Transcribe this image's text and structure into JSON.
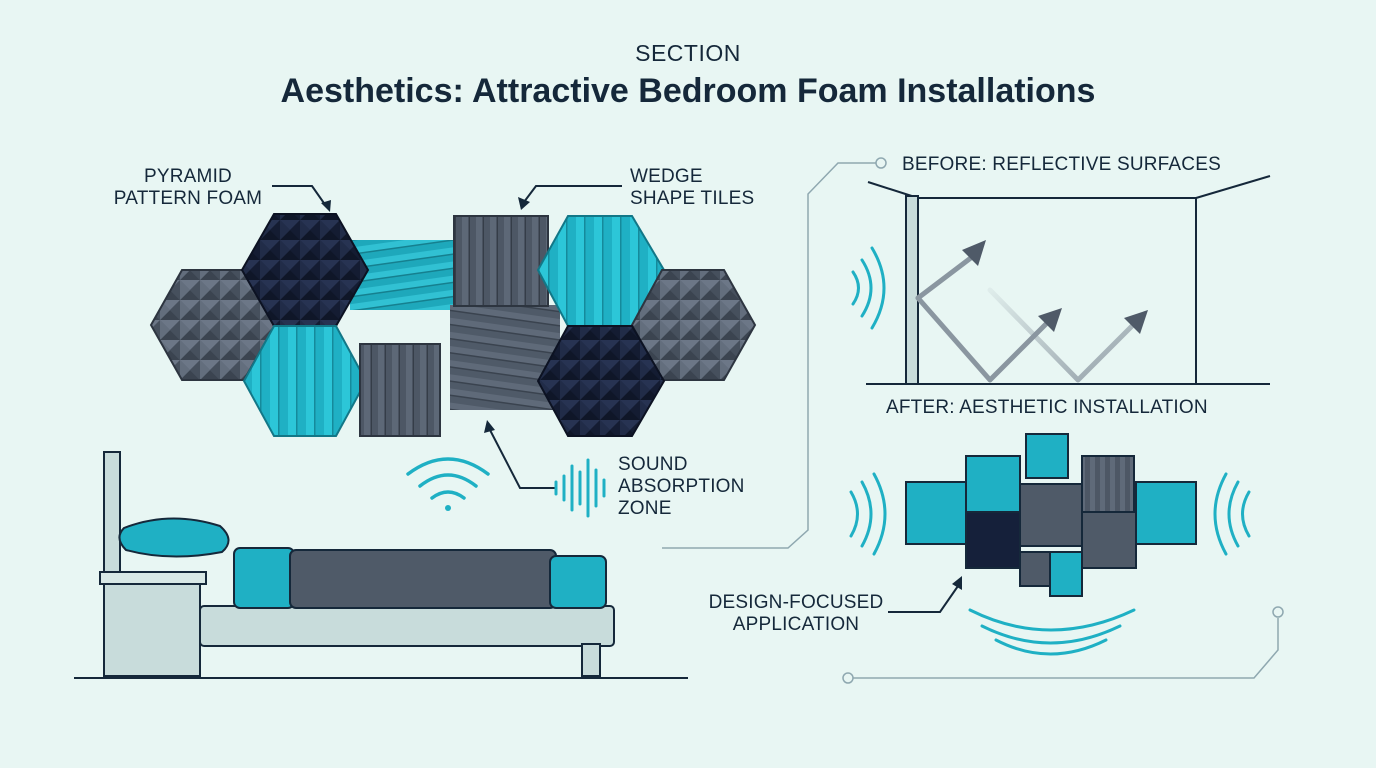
{
  "header": {
    "kicker": "SECTION",
    "title": "Aesthetics: Attractive Bedroom Foam Installations"
  },
  "left_panel": {
    "label_pyramid": [
      "PYRAMID",
      "PATTERN FOAM"
    ],
    "label_wedge": [
      "WEDGE",
      "SHAPE TILES"
    ],
    "label_sound": [
      "SOUND",
      "ABSORPTION",
      "ZONE"
    ]
  },
  "right_panel": {
    "before_label": "BEFORE: REFLECTIVE SURFACES",
    "after_label": "AFTER: AESTHETIC INSTALLATION",
    "design_label": [
      "DESIGN-FOCUSED",
      "APPLICATION"
    ]
  },
  "colors": {
    "background": "#e8f6f3",
    "teal": "#1fb0c4",
    "navy": "#15203a",
    "slate": "#4f5a68",
    "text": "#15283a",
    "line": "#8fa8b0"
  },
  "icons": {
    "wave": "wifi-wave-icon",
    "soundwave": "soundwave-icon",
    "arrow": "pointer-arrow-icon"
  }
}
